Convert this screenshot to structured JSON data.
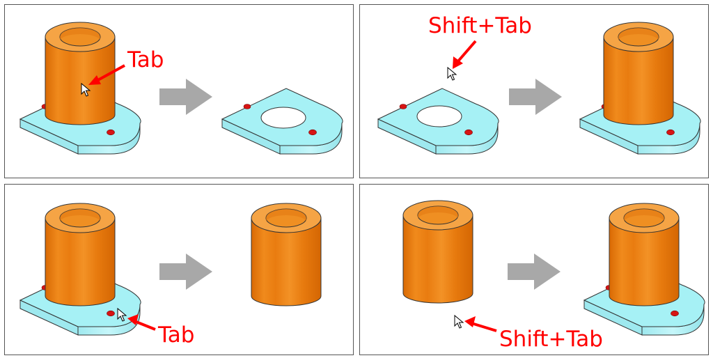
{
  "colors": {
    "cylinder": "#ec7d11",
    "cylinder_top": "#f7a647",
    "base_plate": "#a4f0f4",
    "hole_dot": "#d71414",
    "arrow_gray": "#a8a8a8",
    "callout": "#ff0000"
  },
  "panels": [
    {
      "key_label": "Tab",
      "before": "cylinder-on-base",
      "after": "base-plate-only"
    },
    {
      "key_label": "Shift+Tab",
      "before": "base-plate-only",
      "after": "cylinder-on-base"
    },
    {
      "key_label": "Tab",
      "before": "cylinder-on-base",
      "after": "cylinder-only"
    },
    {
      "key_label": "Shift+Tab",
      "before": "cylinder-only",
      "after": "cylinder-on-base"
    }
  ],
  "icons": [
    "mouse-cursor-icon",
    "gray-transition-arrow-icon",
    "red-callout-arrow-icon"
  ]
}
